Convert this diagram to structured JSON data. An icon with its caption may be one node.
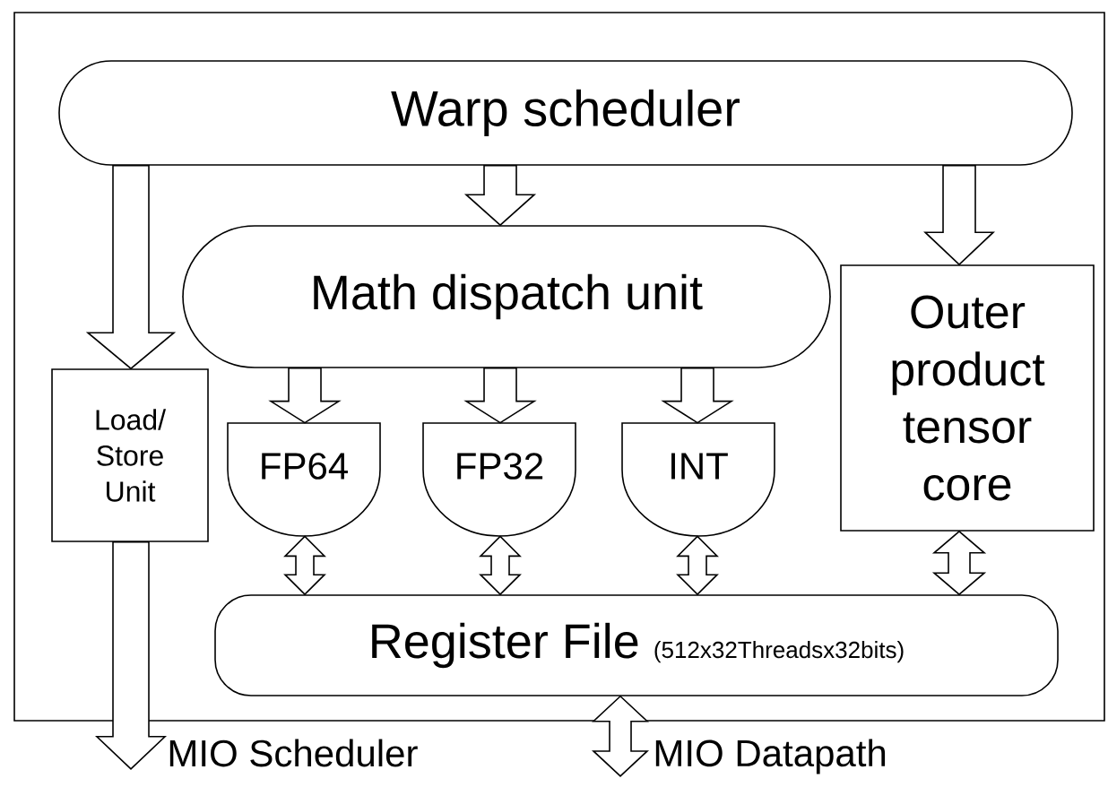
{
  "diagram": {
    "nodes": [
      {
        "text": [
          "Warp scheduler"
        ]
      },
      {
        "text": [
          "Math dispatch unit"
        ]
      },
      {
        "text": [
          "Outer product tensor core"
        ]
      },
      {
        "text": [
          "Load/ Store Unit"
        ]
      },
      {
        "text": [
          "FP64"
        ]
      },
      {
        "text": [
          "FP32"
        ]
      },
      {
        "text": [
          "INT"
        ]
      },
      {
        "text": [
          "Register File",
          "(512x32Threadsx32bits)"
        ]
      },
      {
        "text": [
          "MIO Scheduler"
        ]
      },
      {
        "text": [
          "MIO Datapath"
        ]
      }
    ],
    "edges": [
      {
        "from": 0,
        "to": 3,
        "arrow": "to"
      },
      {
        "from": 0,
        "to": 1,
        "arrow": "to"
      },
      {
        "from": 0,
        "to": 2,
        "arrow": "to"
      },
      {
        "from": 1,
        "to": 4,
        "arrow": "to"
      },
      {
        "from": 1,
        "to": 5,
        "arrow": "to"
      },
      {
        "from": 1,
        "to": 6,
        "arrow": "to"
      },
      {
        "from": 4,
        "to": 7,
        "arrow": "both"
      },
      {
        "from": 5,
        "to": 7,
        "arrow": "both"
      },
      {
        "from": 6,
        "to": 7,
        "arrow": "both"
      },
      {
        "from": 2,
        "to": 7,
        "arrow": "both"
      },
      {
        "from": 3,
        "to": 8,
        "arrow": "to"
      },
      {
        "from": 7,
        "to": 9,
        "arrow": "both"
      }
    ]
  }
}
